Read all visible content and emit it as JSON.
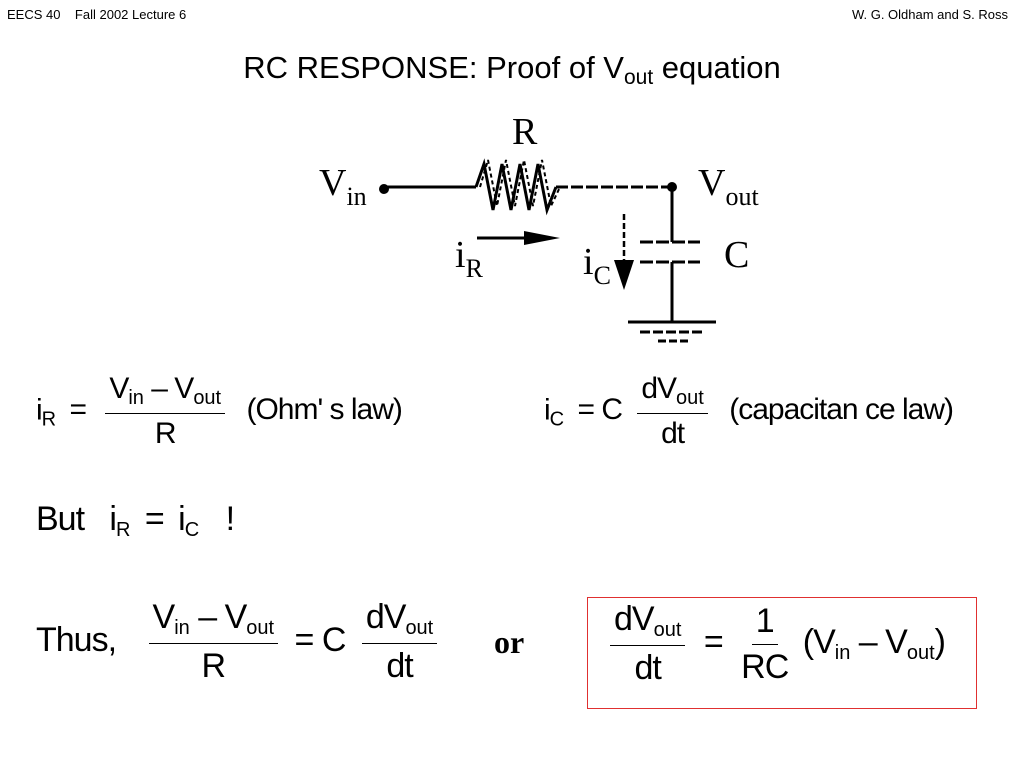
{
  "header": {
    "left": "EECS 40    Fall 2002 Lecture 6",
    "right": "W. G. Oldham and S. Ross"
  },
  "title": {
    "main": "RC RESPONSE:  Proof of V",
    "sub": "out",
    "tail": " equation"
  },
  "circuit": {
    "r_label": "R",
    "vin_base": "V",
    "vin_sub": "in",
    "vout_base": "V",
    "vout_sub": "out",
    "ir_base": "i",
    "ir_sub": "R",
    "ic_base": "i",
    "ic_sub": "C",
    "c_label": "C"
  },
  "equations": {
    "ohm": {
      "lhs": "i",
      "lhs_sub": "R",
      "op": "=",
      "num1": "V",
      "num1_sub": "in",
      "minus": " – ",
      "num2": "V",
      "num2_sub": "out",
      "den": "R",
      "note": "(Ohm' s law)"
    },
    "cap": {
      "lhs": "i",
      "lhs_sub": "C",
      "op": "= C",
      "num": "dV",
      "num_sub": "out",
      "den": "dt",
      "note": "(capacitan ce law)"
    },
    "but": {
      "word": "But",
      "a": "i",
      "a_sub": "R",
      "op": "=",
      "b": "i",
      "b_sub": "C",
      "bang": "!"
    },
    "thus": {
      "word": "Thus,",
      "num1": "V",
      "num1_sub": "in",
      "minus": " – ",
      "num2": "V",
      "num2_sub": "out",
      "den": "R",
      "op": "= C",
      "num3": "dV",
      "num3_sub": "out",
      "den2": "dt"
    },
    "or": "or",
    "final": {
      "num": "dV",
      "num_sub": "out",
      "den": "dt",
      "op": "=",
      "one": "1",
      "rc": "RC",
      "open": "(",
      "v1": "V",
      "v1_sub": "in",
      "minus": " – ",
      "v2": "V",
      "v2_sub": "out",
      "close": ")"
    }
  },
  "colors": {
    "box_border": "#e03030"
  }
}
